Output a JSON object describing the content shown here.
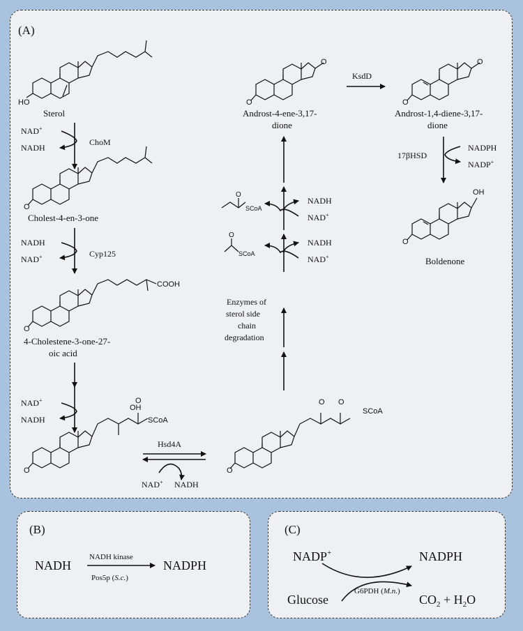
{
  "panelA": {
    "label": "(A)",
    "compounds": {
      "sterol": "Sterol",
      "cholestenone": "Cholest-4-en-3-one",
      "acid_line1": "4-Cholestene-3-one-27-",
      "acid_line2": "oic acid",
      "ad_line1": "Androst-4-ene-3,17-",
      "ad_line2": "dione",
      "add_line1": "Androst-1,4-diene-3,17-",
      "add_line2": "dione",
      "boldenone": "Boldenone"
    },
    "enzymes": {
      "chom": "ChoM",
      "cyp125": "Cyp125",
      "hsd4a": "Hsd4A",
      "ksdd": "KsdD",
      "hsd17b": "17βHSD",
      "side_chain_line1": "Enzymes of",
      "side_chain_line2": "sterol side",
      "side_chain_line3": "chain",
      "side_chain_line4": "degradation"
    },
    "cofactors": {
      "nad_plus": "NAD",
      "plus_sup": "+",
      "nadh": "NADH",
      "nadph": "NADPH",
      "nadp": "NADP"
    },
    "atoms": {
      "ho": "HO",
      "o": "O",
      "oh": "OH",
      "cooh": "COOH",
      "scoa": "SCoA"
    }
  },
  "panelB": {
    "label": "(B)",
    "substrate": "NADH",
    "product": "NADPH",
    "enzyme_top": "NADH kinase",
    "enzyme_bottom": "Pos5p (",
    "organism": "S.c.",
    "enzyme_bottom_close": ")"
  },
  "panelC": {
    "label": "(C)",
    "nadp": "NADP",
    "nadp_sup": "+",
    "nadph": "NADPH",
    "glucose": "Glucose",
    "enzyme": "G6PDH (",
    "organism": "M.n.",
    "enzyme_close": ")",
    "co2": "CO",
    "co2_sub": "2",
    "plus": " + H",
    "h2o_sub": "2",
    "h2o_tail": "O"
  }
}
